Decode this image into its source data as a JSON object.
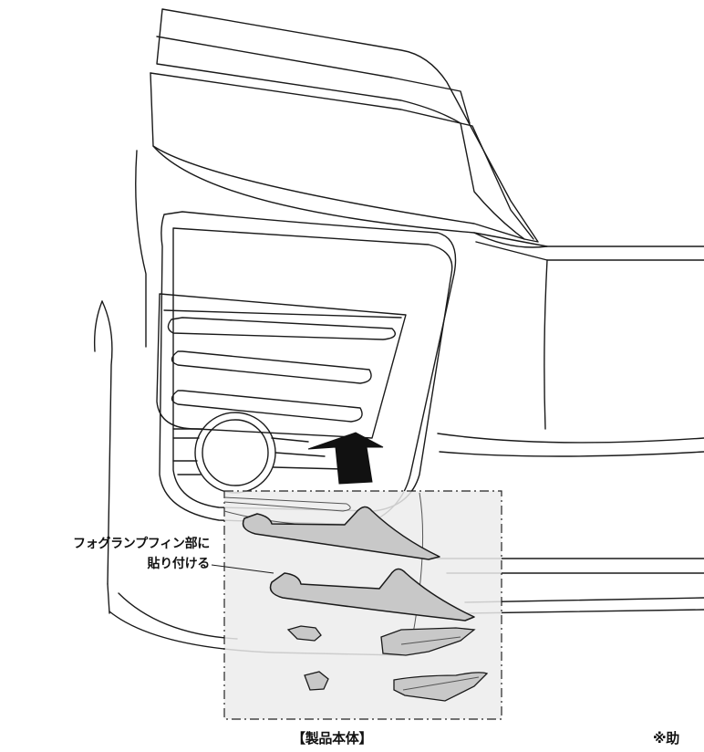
{
  "callout": {
    "line1": "フォグランプフィン部に",
    "line2": "貼り付ける"
  },
  "caption": {
    "product_body": "【製品本体】"
  },
  "note": {
    "text": "※助"
  },
  "colors": {
    "ink": "#1a1a1a",
    "panel_fill": "#ececec",
    "part_fill": "#c8c8c8",
    "arrow": "#111111"
  }
}
